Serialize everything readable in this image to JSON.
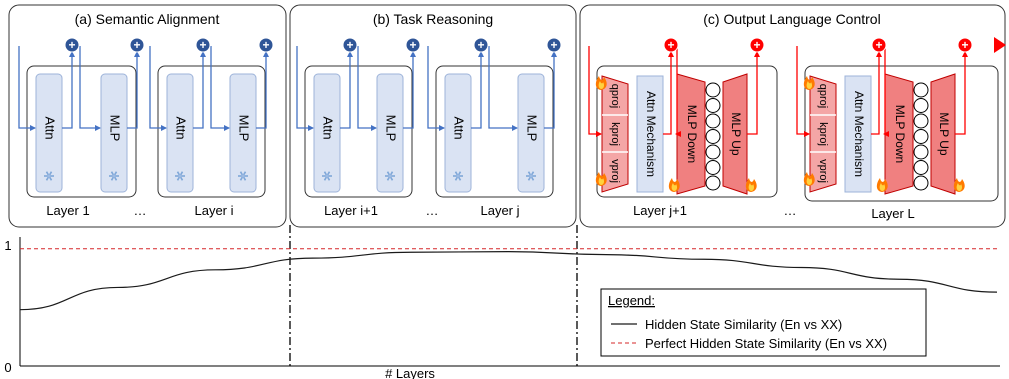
{
  "panels": [
    {
      "title": "(a) Semantic Alignment"
    },
    {
      "title": "(b) Task Reasoning"
    },
    {
      "title": "(c) Output Language Control"
    }
  ],
  "modules": {
    "attn": "Attn",
    "mlp": "MLP",
    "attn_mechanism": "Attn Mechanism",
    "mlp_down": "MLP Down",
    "mlp_up": "MLP Up",
    "q_proj": "q",
    "k_proj": "k",
    "v_proj": "v",
    "proj_sub": "proj",
    "plus": "+"
  },
  "layers": {
    "l1": "Layer 1",
    "li": "Layer i",
    "li1": "Layer i+1",
    "lj": "Layer j",
    "lj1": "Layer j+1",
    "lL": "Layer L",
    "ellipsis": "…"
  },
  "chart_data": {
    "type": "line",
    "xlabel": "# Layers",
    "ylabel": "",
    "yticks": [
      "0",
      "1"
    ],
    "ylim": [
      0,
      1.1
    ],
    "x_range": [
      0,
      1
    ],
    "series": [
      {
        "name": "Hidden State Similarity (En vs XX)",
        "style": "solid",
        "color": "#1a1a1a",
        "x": [
          0,
          0.1,
          0.2,
          0.3,
          0.4,
          0.5,
          0.6,
          0.7,
          0.8,
          0.9,
          1.0
        ],
        "y": [
          0.48,
          0.67,
          0.82,
          0.92,
          0.97,
          0.975,
          0.95,
          0.91,
          0.84,
          0.74,
          0.63
        ]
      },
      {
        "name": "Perfect Hidden State Similarity (En vs XX)",
        "style": "dashed",
        "color": "#d62728",
        "x": [
          0,
          1.0
        ],
        "y": [
          1.0,
          1.0
        ]
      }
    ],
    "legend_title": "Legend:",
    "legend_position": "bottom-right"
  },
  "colors": {
    "blue": "#2f5597",
    "blue_line": "#4472c4",
    "red": "#ff0000",
    "module_fill": "#dae3f3",
    "pink": "#f4a6a6",
    "flame": "#ff7a00"
  }
}
